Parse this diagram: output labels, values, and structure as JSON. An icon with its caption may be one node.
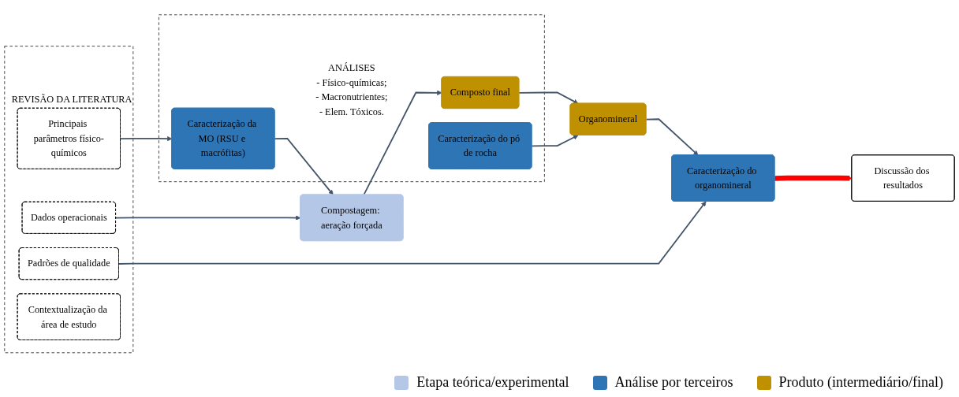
{
  "diagram": {
    "nodes": [
      {
        "text": [
          "ANÁLISES",
          "- Físico-químicas;",
          "- Macronutrientes;",
          "- Elem. Tóxicos."
        ]
      },
      {
        "text": [
          "Caracterização da MO (RSU e macrófitas)"
        ],
        "in": 0
      },
      {
        "text": [
          "Composto final"
        ],
        "in": 0
      },
      {
        "text": [
          "Caracterização do pó de rocha"
        ],
        "in": 0
      },
      {
        "text": [
          "Compostagem: aeração forçada"
        ]
      },
      {
        "text": [
          "Organomineral"
        ]
      },
      {
        "text": [
          "REVISÃO DA LITERATURA"
        ]
      },
      {
        "text": [
          "Principais parâmetros físico-químicos"
        ],
        "in": 6
      },
      {
        "text": [
          "Dados operacionais"
        ],
        "in": 6
      },
      {
        "text": [
          "Padrões de qualidade"
        ],
        "in": 6
      },
      {
        "text": [
          "Contextualização da área de estudo"
        ],
        "in": 6
      },
      {
        "text": [
          "Caracterização do organomineral"
        ]
      },
      {
        "text": [
          "Discussão dos resultados"
        ]
      }
    ],
    "edges": [
      {
        "from": 7,
        "to": 1,
        "arrow": "to"
      },
      {
        "from": 1,
        "to": 4,
        "arrow": "to"
      },
      {
        "from": 4,
        "to": 2,
        "arrow": "to"
      },
      {
        "from": 8,
        "to": 4,
        "arrow": "to"
      },
      {
        "from": 2,
        "to": 5,
        "arrow": "to"
      },
      {
        "from": 3,
        "to": 5,
        "arrow": "to"
      },
      {
        "from": 5,
        "to": 11,
        "arrow": "to"
      },
      {
        "from": 9,
        "to": 11,
        "arrow": "to"
      },
      {
        "from": 11,
        "to": 12,
        "arrow": "to",
        "style": "thick",
        "color": "#ff0000"
      }
    ],
    "legend": [
      {
        "text": "Etapa teórica/experimental",
        "color": "#b4c7e7"
      },
      {
        "text": "Análise por terceiros",
        "color": "#2e75b6"
      },
      {
        "text": "Produto (intermediário/final)",
        "color": "#bf9000"
      }
    ]
  }
}
